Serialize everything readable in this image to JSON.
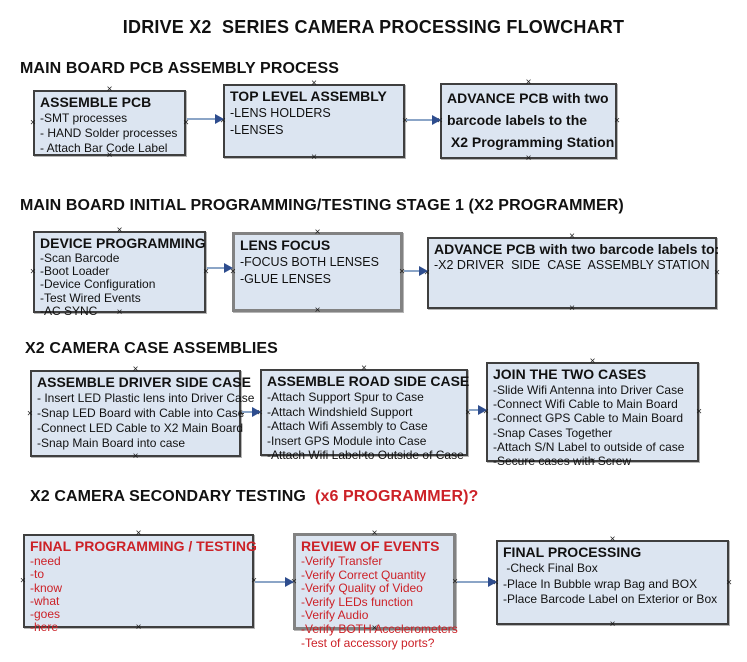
{
  "title": "IDRIVE X2  SERIES CAMERA PROCESSING FLOWCHART",
  "sections": {
    "s1": {
      "header": "MAIN BOARD PCB ASSEMBLY PROCESS"
    },
    "s2": {
      "header": "MAIN BOARD INITIAL PROGRAMMING/TESTING STAGE 1 (X2 PROGRAMMER)"
    },
    "s3": {
      "header": "X2 CAMERA CASE ASSEMBLIES"
    },
    "s4": {
      "header_black": "X2 CAMERA SECONDARY TESTING  ",
      "header_red": "(x6 PROGRAMMER)?"
    }
  },
  "boxes": {
    "assemble_pcb": {
      "title": "ASSEMBLE PCB",
      "items": [
        "-SMT processes",
        "- HAND Solder processes",
        "- Attach Bar Code Label"
      ]
    },
    "top_level_assembly": {
      "title": "TOP LEVEL ASSEMBLY",
      "items": [
        "-LENS HOLDERS",
        "-LENSES"
      ]
    },
    "advance_pcb_station": {
      "lines": [
        "ADVANCE PCB with two",
        "barcode labels to the",
        " X2 Programming Station"
      ]
    },
    "device_programming": {
      "title": "DEVICE PROGRAMMING",
      "items": [
        "-Scan Barcode",
        "-Boot Loader",
        "-Device Configuration",
        "-Test Wired Events",
        "-AC SYNC"
      ]
    },
    "lens_focus": {
      "title": "LENS FOCUS",
      "items": [
        "-FOCUS BOTH LENSES",
        "-GLUE LENSES"
      ]
    },
    "advance_pcb_driver": {
      "title": "ADVANCE PCB with two barcode labels to:",
      "items": [
        "-X2 DRIVER  SIDE  CASE  ASSEMBLY STATION"
      ]
    },
    "assemble_driver_side": {
      "title": "ASSEMBLE DRIVER SIDE CASE",
      "items": [
        "- Insert LED Plastic lens into Driver Case",
        "-Snap LED Board with Cable into Case",
        "-Connect LED Cable to X2 Main Board",
        "-Snap Main Board into case"
      ]
    },
    "assemble_road_side": {
      "title": "ASSEMBLE ROAD SIDE CASE",
      "items": [
        "-Attach Support Spur to Case",
        "-Attach Windshield Support",
        "-Attach Wifi Assembly to Case",
        "-Insert GPS Module into Case",
        "-Attach Wifi Label to Outside of Case"
      ]
    },
    "join_two_cases": {
      "title": "JOIN THE TWO CASES",
      "items": [
        "-Slide Wifi Antenna into Driver Case",
        "-Connect Wifi Cable to Main Board",
        "-Connect GPS Cable to Main Board",
        "-Snap Cases Together",
        "-Attach S/N Label to outside of case",
        "-Secure cases with Screw"
      ]
    },
    "final_programming": {
      "title": "FINAL PROGRAMMING / TESTING",
      "items": [
        "-need",
        "-to",
        "-know",
        "-what",
        "-goes",
        "-here"
      ]
    },
    "review_of_events": {
      "title": "REVIEW OF EVENTS",
      "items": [
        "-Verify Transfer",
        "-Verify Correct Quantity",
        "-Verify Quality of Video",
        "-Verify LEDs function",
        "-Verify Audio",
        "-Verify BOTH Accelerometers",
        "-Test of accessory ports?"
      ]
    },
    "final_processing": {
      "title": "FINAL PROCESSING",
      "items": [
        " -Check Final Box",
        "-Place In Bubble wrap Bag and BOX",
        "-Place Barcode Label on Exterior or Box"
      ]
    }
  },
  "colors": {
    "box_fill": "#dce5f1",
    "box_border": "#3f3f3f",
    "box_border_gray": "#828282",
    "arrow_line": "#8ba5c7",
    "arrow_head": "#2e4d8e",
    "red": "#cc2127"
  },
  "glyphs": {
    "handle": "×"
  }
}
